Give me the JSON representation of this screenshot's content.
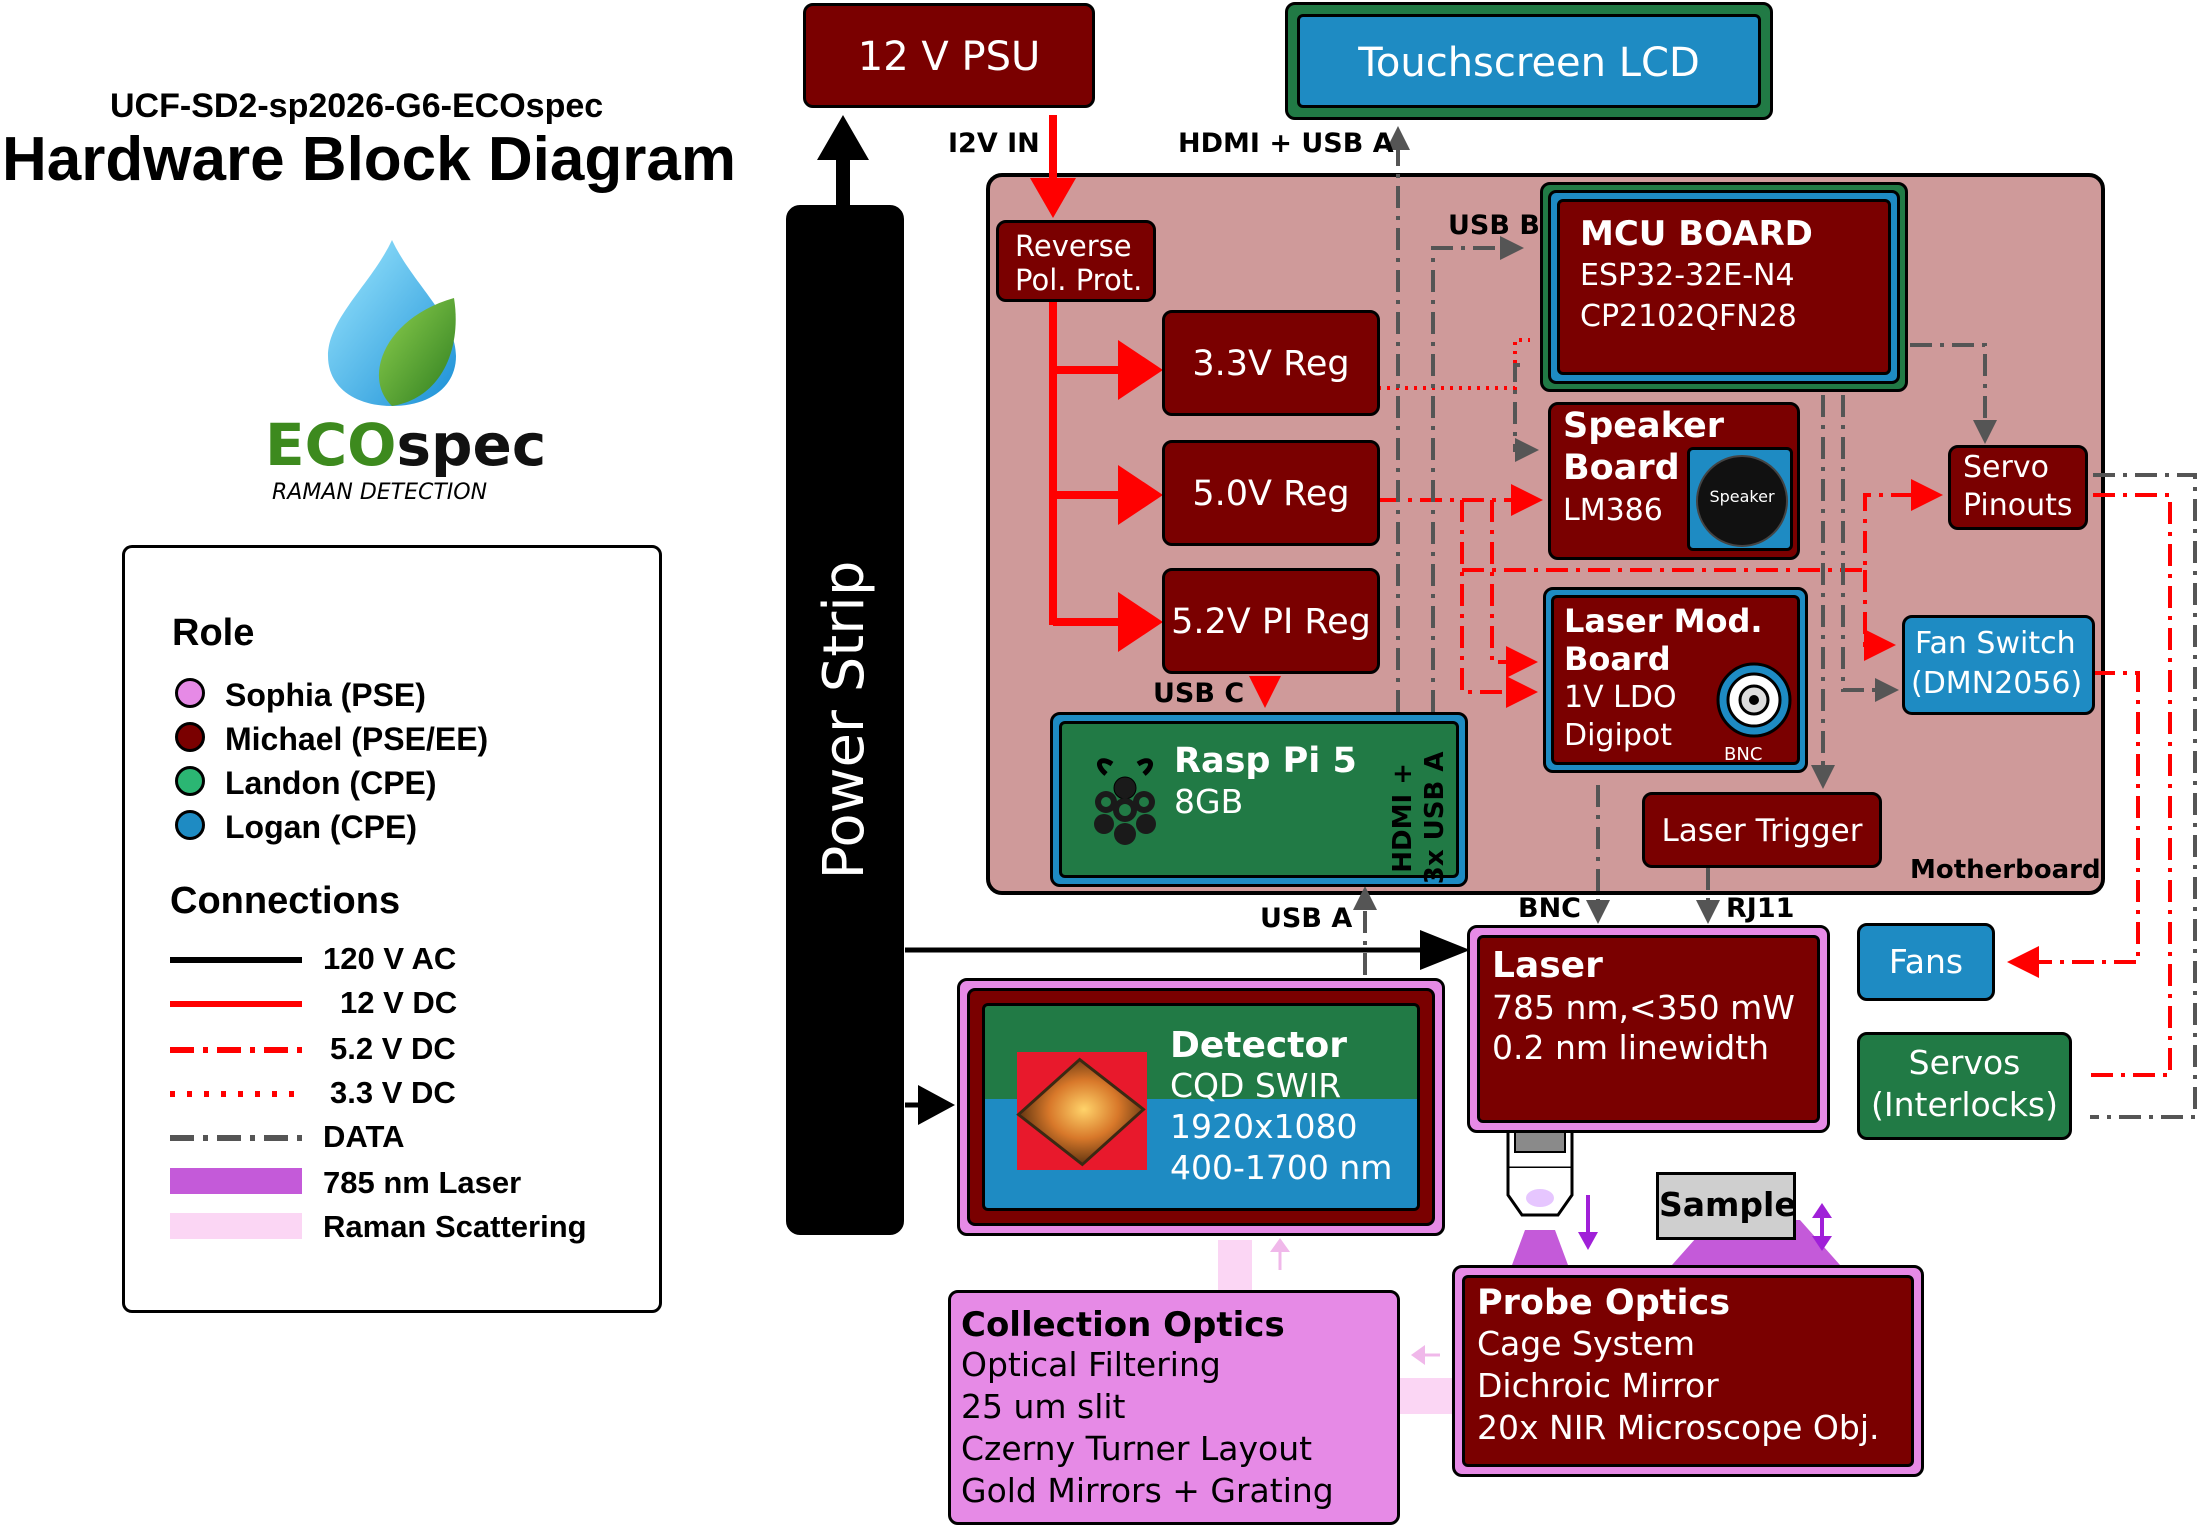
{
  "header": {
    "project": "UCF-SD2-sp2026-G6-ECOspec",
    "title": "Hardware Block Diagram"
  },
  "logo": {
    "brand_eco": "ECO",
    "brand_spec": "spec",
    "tagline": "RAMAN DETECTION"
  },
  "legend": {
    "role_title": "Role",
    "roles": [
      {
        "label": "Sophia (PSE)",
        "color": "#e68ae6"
      },
      {
        "label": "Michael (PSE/EE)",
        "color": "#7a0000"
      },
      {
        "label": "Landon (CPE)",
        "color": "#217a45"
      },
      {
        "label": "Logan (CPE)",
        "color": "#1e8bc3"
      }
    ],
    "connections_title": "Connections",
    "connections": [
      {
        "label": "120 V AC",
        "style": "solid-black"
      },
      {
        "label": "12 V DC",
        "style": "solid-red"
      },
      {
        "label": "5.2 V DC",
        "style": "dashdot-red"
      },
      {
        "label": "3.3 V DC",
        "style": "dotted-red"
      },
      {
        "label": "DATA",
        "style": "dashdot-gray"
      },
      {
        "label": "785 nm Laser",
        "style": "violet-band"
      },
      {
        "label": "Raman Scattering",
        "style": "light-pink-band"
      }
    ]
  },
  "blocks": {
    "psu": "12 V PSU",
    "lcd": "Touchscreen LCD",
    "power_strip": "Power Strip",
    "reverse_pol": [
      "Reverse",
      "Pol. Prot."
    ],
    "reg33": "3.3V Reg",
    "reg50": "5.0V Reg",
    "reg52": "5.2V PI Reg",
    "mcu": {
      "title": "MCU BOARD",
      "lines": [
        "ESP32-32E-N4",
        "CP2102QFN28"
      ]
    },
    "speaker": {
      "title": [
        "Speaker",
        "Board"
      ],
      "line": "LM386",
      "icon_label": "Speaker"
    },
    "laser_mod": {
      "title": [
        "Laser Mod.",
        "Board"
      ],
      "lines": [
        "1V LDO",
        "Digipot"
      ],
      "bnc_label": "BNC"
    },
    "servo_pinouts": [
      "Servo",
      "Pinouts"
    ],
    "fan_switch": [
      "Fan Switch",
      "(DMN2056)"
    ],
    "rpi": {
      "title": "Rasp Pi 5",
      "line": "8GB",
      "side": [
        "HDMI +",
        "3x USB A"
      ]
    },
    "laser_trigger": "Laser Trigger",
    "motherboard": "Motherboard",
    "laser": {
      "title": "Laser",
      "lines": [
        "785 nm,<350 mW",
        "0.2 nm linewidth"
      ]
    },
    "fans": "Fans",
    "servos": [
      "Servos",
      "(Interlocks)"
    ],
    "detector": {
      "title": "Detector",
      "lines": [
        "CQD SWIR",
        "1920x1080",
        "400-1700 nm"
      ]
    },
    "sample": "Sample",
    "probe": {
      "title": "Probe Optics",
      "lines": [
        "Cage System",
        "Dichroic Mirror",
        "20x NIR Microscope Obj."
      ]
    },
    "collection": {
      "title": "Collection Optics",
      "lines": [
        "Optical Filtering",
        "25 um slit",
        "Czerny Turner Layout",
        "Gold Mirrors + Grating"
      ]
    }
  },
  "connection_labels": {
    "i2v_in": "I2V IN",
    "hdmi_usb": "HDMI + USB A",
    "usb_b": "USB B",
    "usb_c": "USB C",
    "usb_a": "USB A",
    "bnc": "BNC",
    "rj11": "RJ11"
  },
  "colors": {
    "maroon": "#7a0000",
    "green": "#217a45",
    "blue": "#1e8bc3",
    "pink": "#e68ae6",
    "motherboard": "#cf9a9a",
    "red_wire": "#ff0000",
    "data_wire": "#555555",
    "laser_violet": "#c45ad9",
    "raman_pink": "#fbd6f4"
  }
}
